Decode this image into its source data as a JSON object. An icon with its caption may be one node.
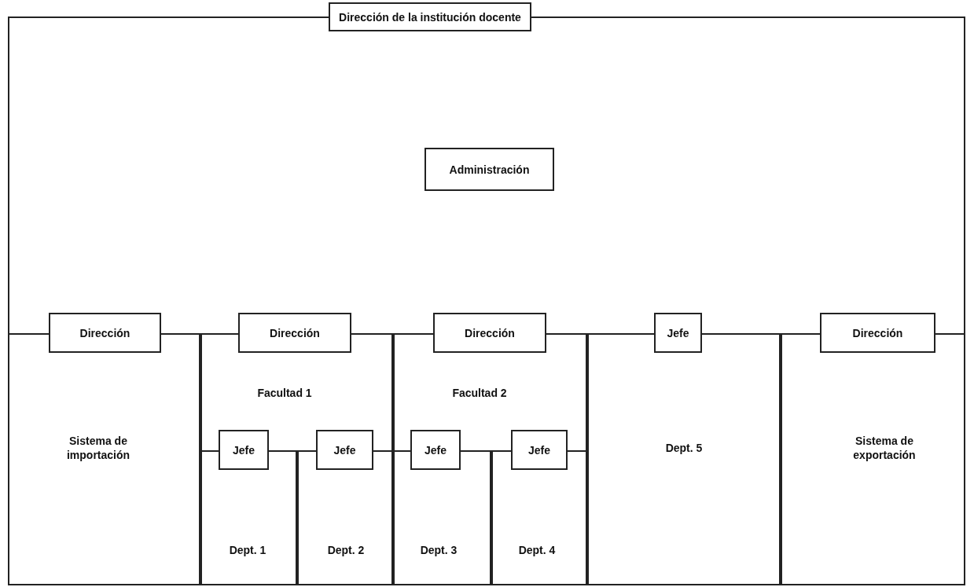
{
  "diagram": {
    "nodes": [
      {
        "text": [
          "Dirección de la institución docente"
        ]
      },
      {
        "text": [
          "Administración"
        ]
      },
      {
        "text": [
          "Sistema de importación"
        ]
      },
      {
        "text": [
          "Dirección"
        ],
        "in": 2
      },
      {
        "text": [
          "Facultad 1"
        ]
      },
      {
        "text": [
          "Dirección"
        ],
        "in": 4
      },
      {
        "text": [
          "Dept. 1"
        ],
        "in": 4
      },
      {
        "text": [
          "Jefe"
        ],
        "in": 6
      },
      {
        "text": [
          "Dept. 2"
        ],
        "in": 4
      },
      {
        "text": [
          "Jefe"
        ],
        "in": 8
      },
      {
        "text": [
          "Facultad 2"
        ]
      },
      {
        "text": [
          "Dirección"
        ],
        "in": 10
      },
      {
        "text": [
          "Dept. 3"
        ],
        "in": 10
      },
      {
        "text": [
          "Jefe"
        ],
        "in": 12
      },
      {
        "text": [
          "Dept. 4"
        ],
        "in": 10
      },
      {
        "text": [
          "Jefe"
        ],
        "in": 14
      },
      {
        "text": [
          "Dept. 5"
        ]
      },
      {
        "text": [
          "Jefe"
        ],
        "in": 16
      },
      {
        "text": [
          "Sistema de exportación"
        ]
      },
      {
        "text": [
          "Dirección"
        ],
        "in": 18
      }
    ]
  }
}
